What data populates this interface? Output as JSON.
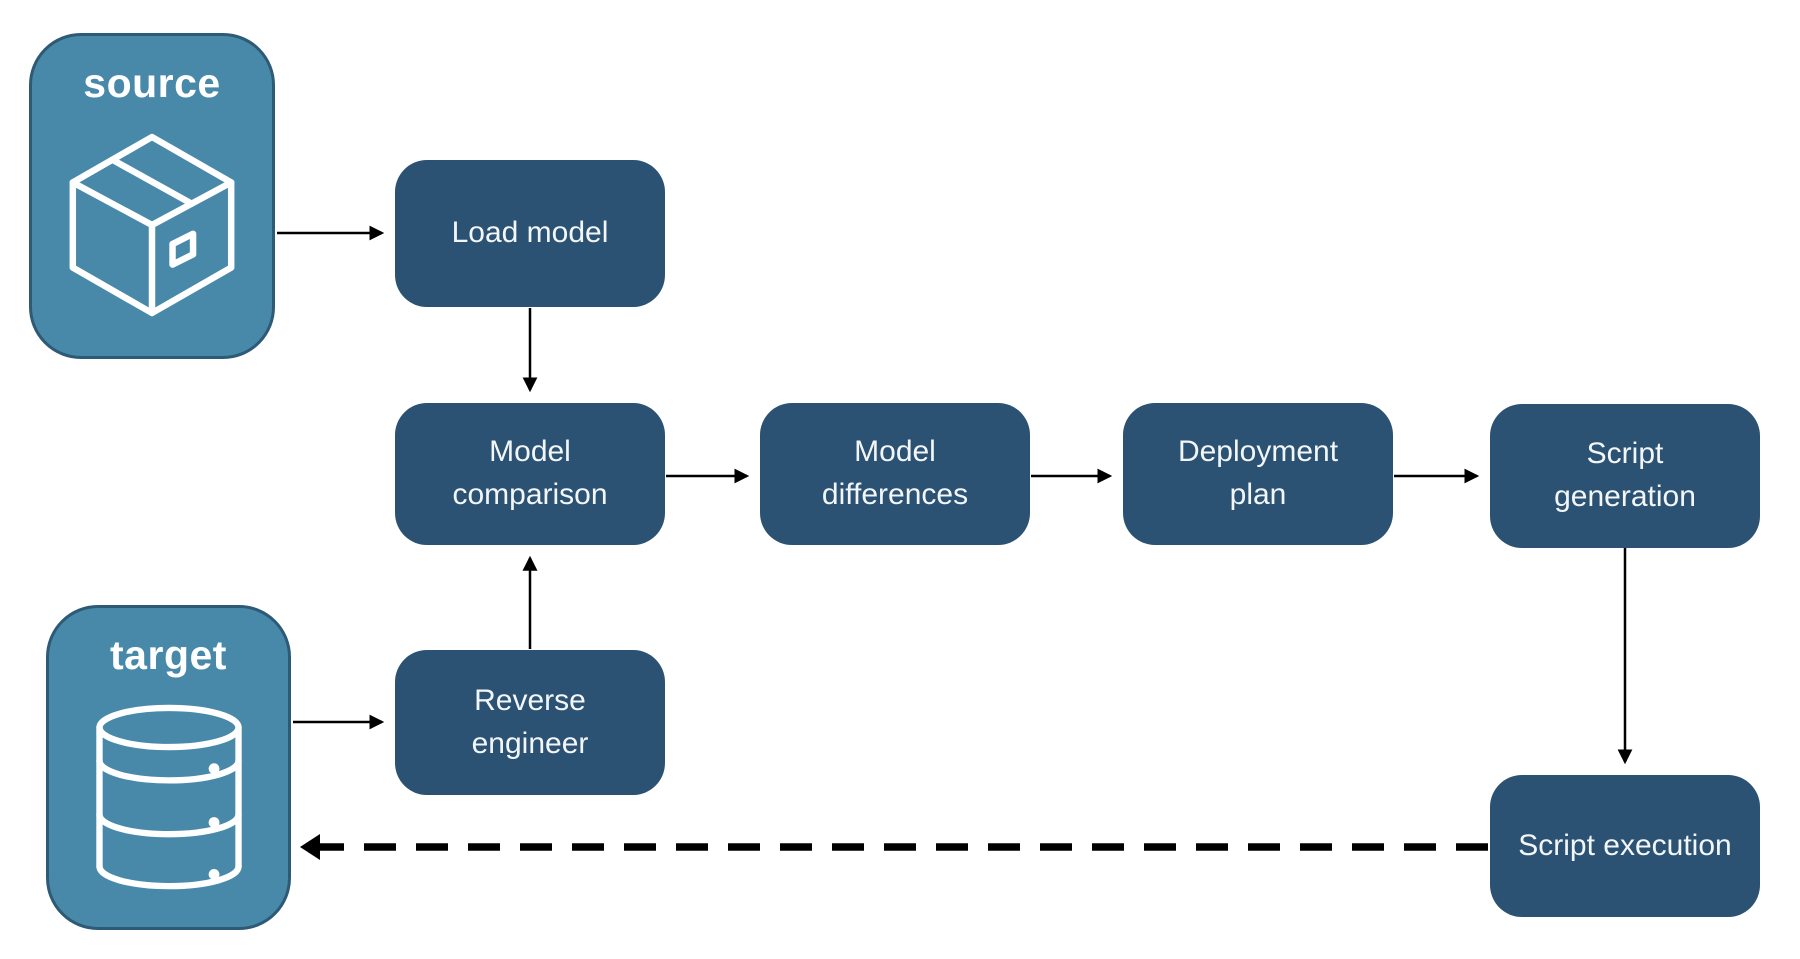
{
  "diagram": {
    "background_color": "#ffffff",
    "colors": {
      "entity_fill": "#4889AA",
      "entity_border": "#2D5A75",
      "node_fill": "#2C5273",
      "node_text": "#F2F6F9",
      "arrow": "#000000",
      "icon_stroke": "#ffffff"
    },
    "entities": [
      {
        "id": "source",
        "label": "source",
        "icon": "package-icon"
      },
      {
        "id": "target",
        "label": "target",
        "icon": "database-icon"
      }
    ],
    "nodes": [
      {
        "id": "load-model",
        "label": "Load model"
      },
      {
        "id": "model-comparison",
        "label": "Model comparison"
      },
      {
        "id": "model-differences",
        "label": "Model differences"
      },
      {
        "id": "deployment-plan",
        "label": "Deployment plan"
      },
      {
        "id": "script-generation",
        "label": "Script generation"
      },
      {
        "id": "reverse-engineer",
        "label": "Reverse engineer"
      },
      {
        "id": "script-execution",
        "label": "Script execution"
      }
    ],
    "edges": [
      {
        "from": "source",
        "to": "load-model",
        "style": "solid"
      },
      {
        "from": "load-model",
        "to": "model-comparison",
        "style": "solid"
      },
      {
        "from": "model-comparison",
        "to": "model-differences",
        "style": "solid"
      },
      {
        "from": "model-differences",
        "to": "deployment-plan",
        "style": "solid"
      },
      {
        "from": "deployment-plan",
        "to": "script-generation",
        "style": "solid"
      },
      {
        "from": "script-generation",
        "to": "script-execution",
        "style": "solid"
      },
      {
        "from": "target",
        "to": "reverse-engineer",
        "style": "solid"
      },
      {
        "from": "reverse-engineer",
        "to": "model-comparison",
        "style": "solid"
      },
      {
        "from": "script-execution",
        "to": "target",
        "style": "dashed"
      }
    ]
  }
}
